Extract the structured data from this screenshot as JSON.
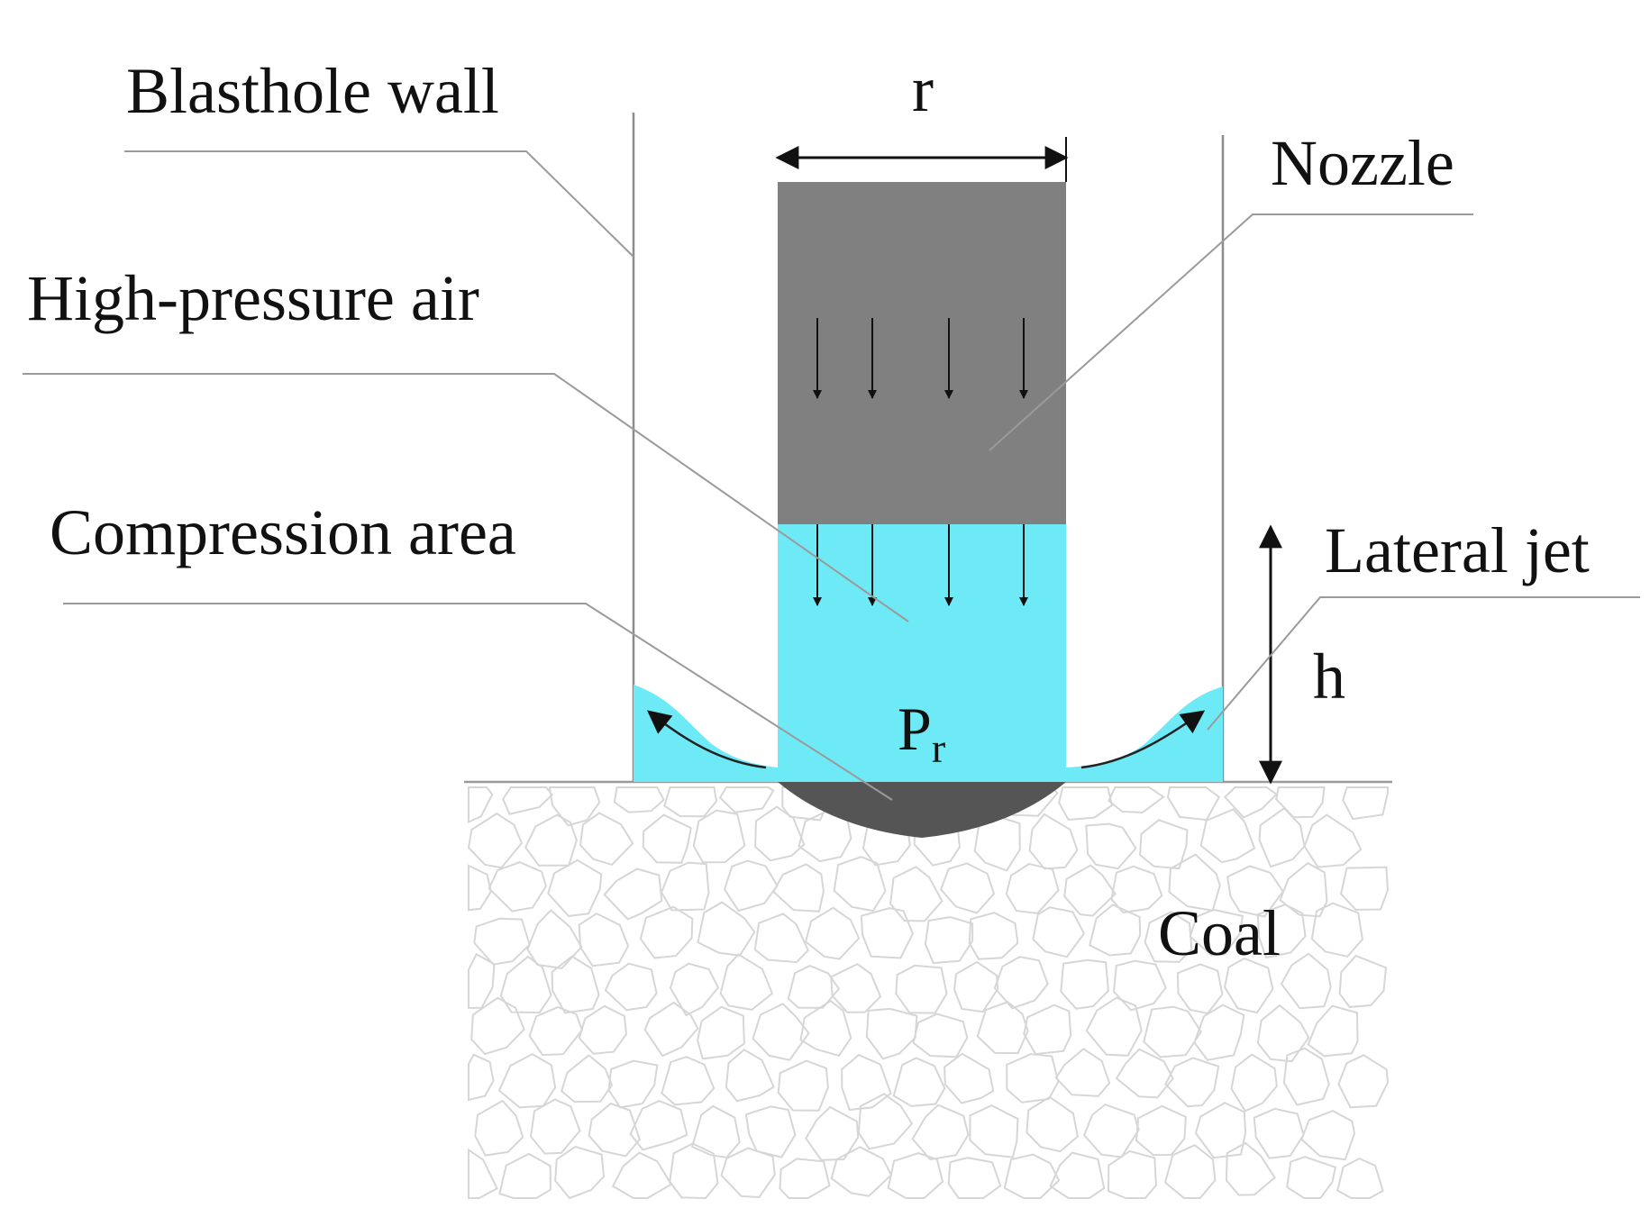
{
  "labels": {
    "blasthole_wall": "Blasthole wall",
    "high_pressure_air": "High-pressure air",
    "compression_area": "Compression area",
    "nozzle": "Nozzle",
    "lateral_jet": "Lateral jet",
    "coal": "Coal",
    "r": "r",
    "h": "h",
    "p_main": "P",
    "p_sub": "r"
  },
  "colors": {
    "nozzle": "#808080",
    "air": "#6eeaf7",
    "compression": "#555555",
    "coal_pattern": "#d6d6d6"
  }
}
